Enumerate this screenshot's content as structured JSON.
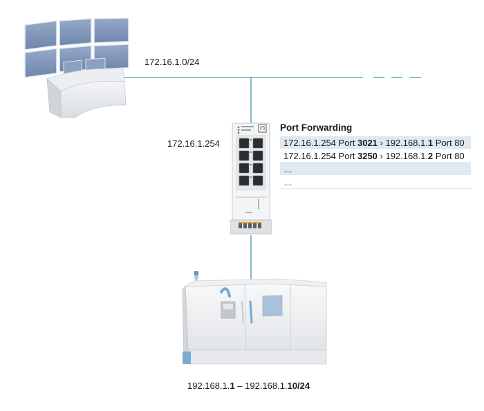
{
  "network_top": {
    "label": "172.16.1.0/24"
  },
  "switch": {
    "label": "172.16.1.254"
  },
  "port_forwarding": {
    "title": "Port Forwarding",
    "rows": [
      {
        "a": "172.16.1.254 Port ",
        "b": "3021",
        "c": " › 192.168.1.",
        "d": "1",
        "e": " Port 80"
      },
      {
        "a": "172.16.1.254 Port ",
        "b": "3250",
        "c": " › 192.168.1.",
        "d": "2",
        "e": " Port 80"
      },
      {
        "a": "…",
        "b": "",
        "c": "",
        "d": "",
        "e": ""
      },
      {
        "a": "…",
        "b": "",
        "c": "",
        "d": "",
        "e": ""
      }
    ]
  },
  "machine": {
    "range": {
      "a": "192.168.1.",
      "b": "1",
      "c": " – 192.168.1.",
      "d": "10/24"
    }
  },
  "colors": {
    "wire": "#3d9aa6",
    "row_shade": "#dfe9f1",
    "screen": "#7f97b8"
  },
  "icons": [
    "control-room-icon",
    "network-switch-icon",
    "cnc-machine-icon"
  ]
}
